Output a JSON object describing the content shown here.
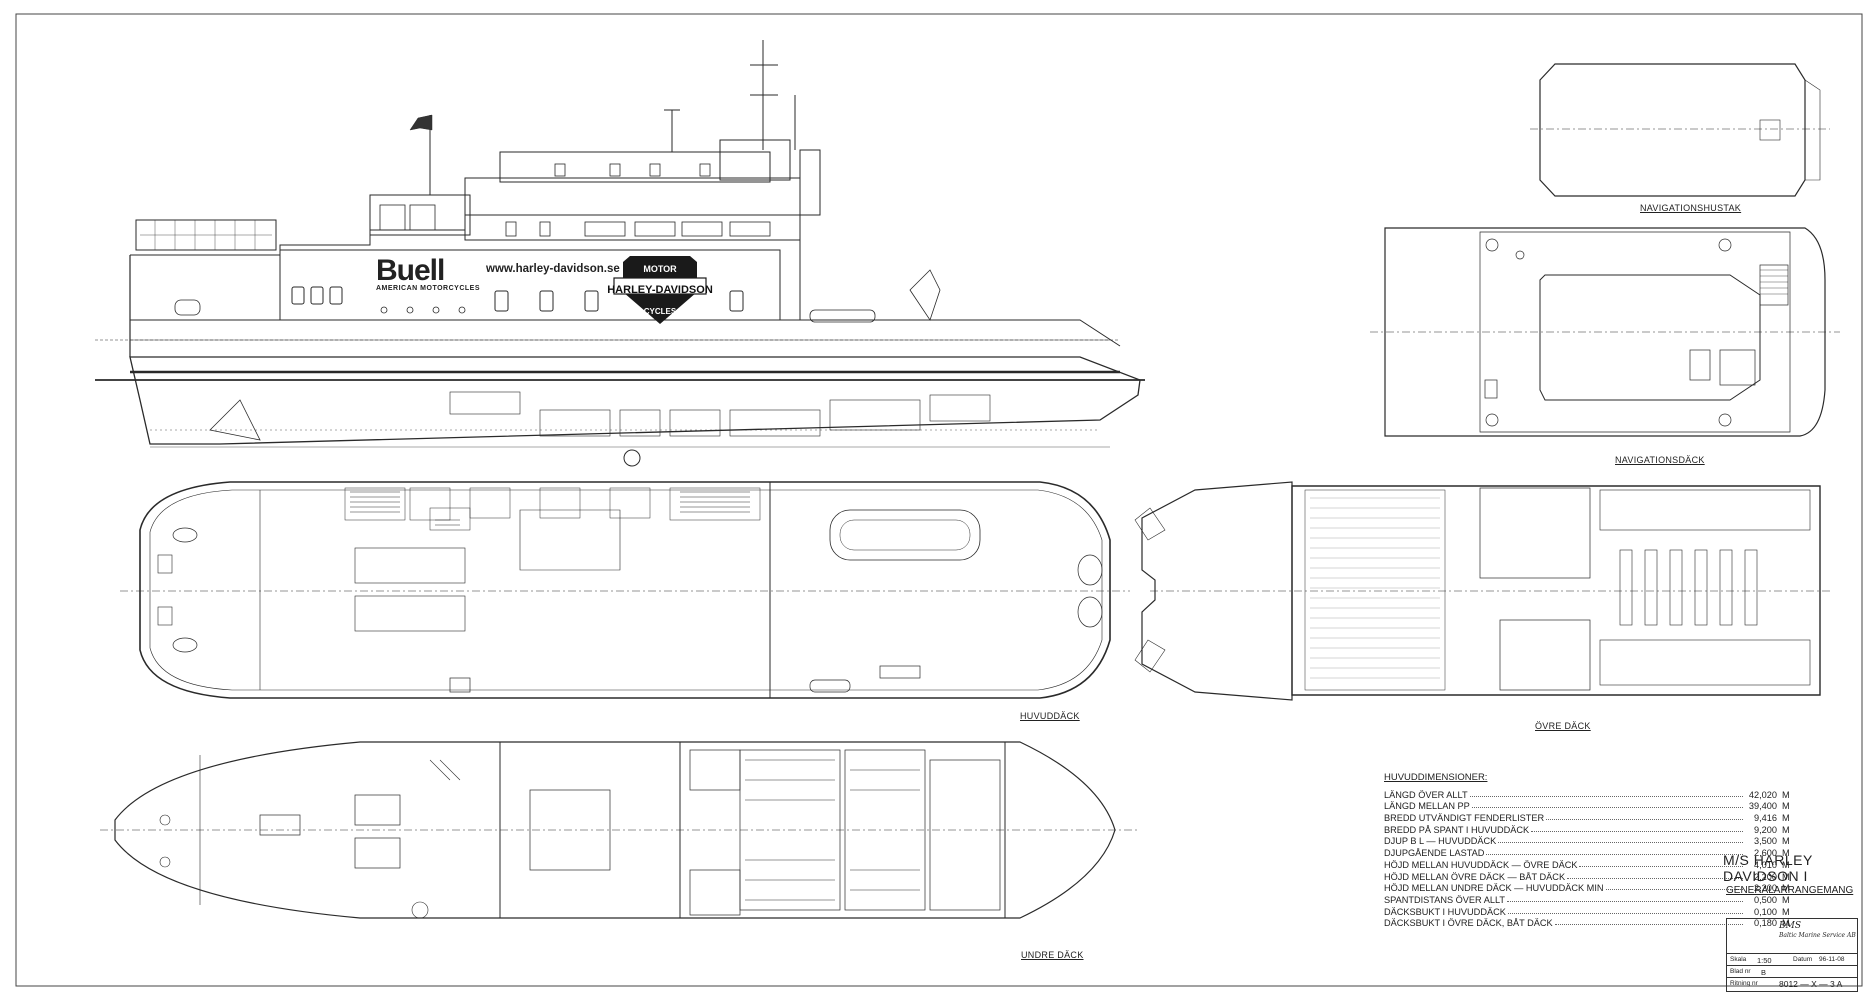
{
  "labels": {
    "navigationshustak": "NAVIGATIONSHUSTAK",
    "navigationsdack": "NAVIGATIONSDÄCK",
    "huvuddack": "HUVUDDÄCK",
    "ovre_dack": "ÖVRE DÄCK",
    "undre_dack": "UNDRE DÄCK"
  },
  "hull_graphics": {
    "buell": "Buell",
    "buell_sub": "AMERICAN MOTORCYCLES",
    "url": "www.harley-davidson.se",
    "hd_motor": "MOTOR",
    "hd_name": "HARLEY-DAVIDSON",
    "hd_cycles": "CYCLES"
  },
  "dimensions": {
    "header": "HUVUDDIMENSIONER:",
    "rows": [
      {
        "name": "LÄNGD ÖVER ALLT",
        "value": "42,020",
        "unit": "M"
      },
      {
        "name": "LÄNGD MELLAN PP",
        "value": "39,400",
        "unit": "M"
      },
      {
        "name": "BREDD UTVÄNDIGT FENDERLISTER",
        "value": "9,416",
        "unit": "M"
      },
      {
        "name": "BREDD PÅ SPANT I HUVUDDÄCK",
        "value": "9,200",
        "unit": "M"
      },
      {
        "name": "DJUP B L — HUVUDDÄCK",
        "value": "3,500",
        "unit": "M"
      },
      {
        "name": "DJUPGÅENDE LASTAD",
        "value": "2,600",
        "unit": "M"
      },
      {
        "name": "HÖJD MELLAN HUVUDDÄCK — ÖVRE DÄCK",
        "value": "4,010",
        "unit": "M"
      },
      {
        "name": "HÖJD MELLAN ÖVRE DÄCK — BÅT DÄCK",
        "value": "2,200",
        "unit": "M"
      },
      {
        "name": "HÖJD MELLAN UNDRE DÄCK — HUVUDDÄCK MIN",
        "value": "2,200",
        "unit": "M"
      },
      {
        "name": "SPANTDISTANS ÖVER ALLT",
        "value": "0,500",
        "unit": "M"
      },
      {
        "name": "DÄCKSBUKT I HUVUDDÄCK",
        "value": "0,100",
        "unit": "M"
      },
      {
        "name": "DÄCKSBUKT I ÖVRE DÄCK, BÅT DÄCK",
        "value": "0,180",
        "unit": "M"
      }
    ]
  },
  "title_block": {
    "ship_name": "M/S HARLEY DAVIDSON I",
    "drawing_type": "GENERALARRANGEMANG",
    "logo": "BMS",
    "logo_sub": "Baltic Marine Service AB",
    "scale_label": "Skala",
    "scale": "1:50",
    "date_label": "Datum",
    "date": "96-11-08",
    "sheet_label": "Blad nr",
    "sheet": "B",
    "drawing_no_label": "Ritning nr",
    "drawing_no": "8012 — X — 3 A"
  },
  "colors": {
    "line": "#2a2a2a",
    "paper": "#ffffff"
  }
}
